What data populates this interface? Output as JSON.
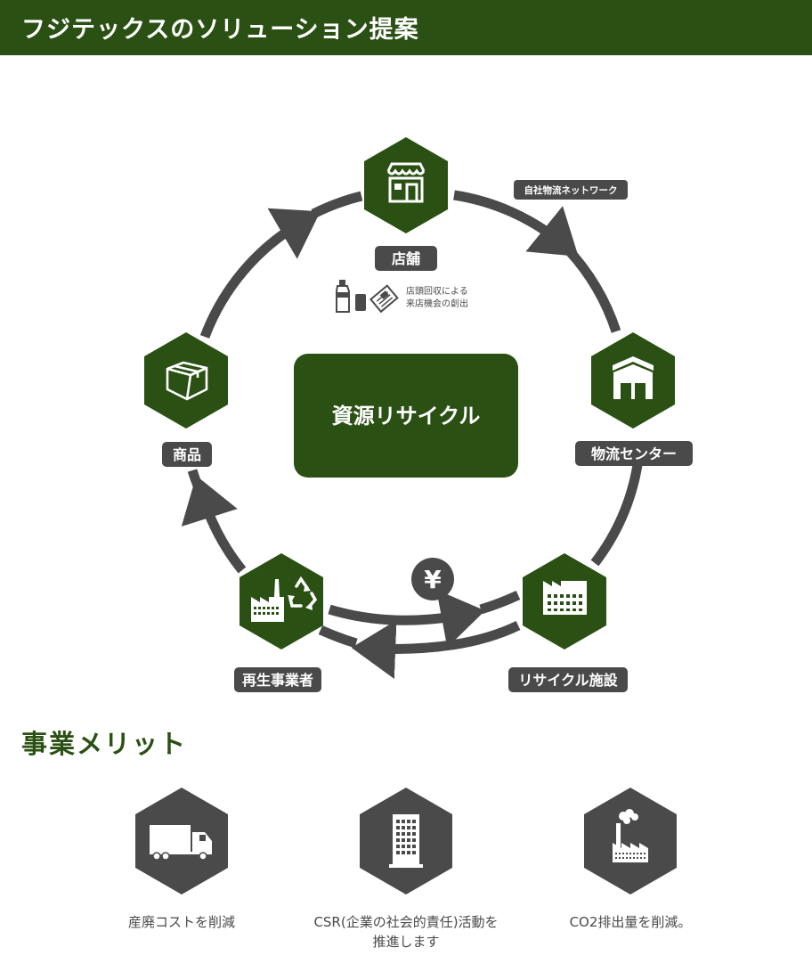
{
  "header": {
    "title": "フジテックスのソリューション提案"
  },
  "colors": {
    "brand_green": "#2a5014",
    "dark_gray": "#4a4a4a",
    "white": "#ffffff"
  },
  "diagram": {
    "center_label": "資源リサイクル",
    "network_label": "自社物流ネットワーク",
    "yen_symbol": "¥",
    "store_note": [
      "店頭回収による",
      "来店機会の創出"
    ],
    "nodes": [
      {
        "label": "店舗",
        "icon": "store-icon"
      },
      {
        "label": "物流センター",
        "icon": "warehouse-icon"
      },
      {
        "label": "リサイクル施設",
        "icon": "factory-icon"
      },
      {
        "label": "再生事業者",
        "icon": "recycling-factory-icon"
      },
      {
        "label": "商品",
        "icon": "box-icon"
      }
    ],
    "note_icons": [
      "bottle-icon",
      "can-icon",
      "newspaper-icon"
    ]
  },
  "merits": {
    "title": "事業メリット",
    "items": [
      {
        "caption": "産廃コストを削減",
        "icon": "truck-icon"
      },
      {
        "caption": "CSR(企業の社会的責任)活動を\n推進します",
        "caption_lines": [
          "CSR(企業の社会的責任)活動を",
          "推進します"
        ],
        "icon": "building-icon"
      },
      {
        "caption": "CO2排出量を削減。",
        "icon": "smokestack-factory-icon"
      }
    ]
  }
}
